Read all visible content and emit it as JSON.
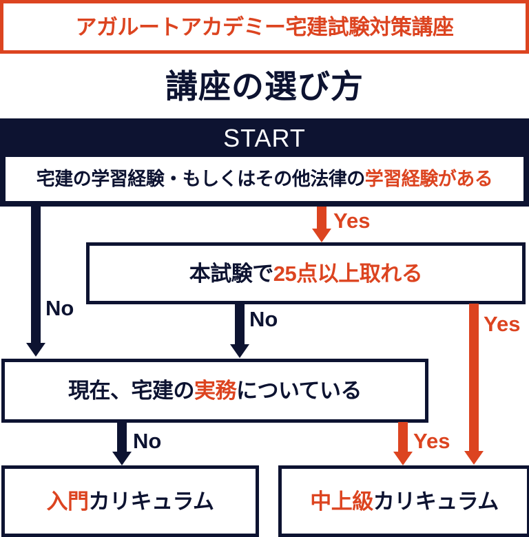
{
  "header": {
    "banner_text": "アガルートアカデミー宅建試験対策講座",
    "banner_border_color": "#DC4420",
    "banner_text_color": "#DC4420"
  },
  "title": {
    "text": "講座の選び方",
    "color": "#0D1331"
  },
  "palette": {
    "navy": "#0D1331",
    "orange": "#DC4420",
    "white": "#FFFFFF"
  },
  "flowchart": {
    "start_label": "START",
    "nodes": {
      "q1": {
        "type": "decision",
        "text_parts": [
          {
            "text": "宅建の学習経験・もしくはその他法律の",
            "color": "navy"
          },
          {
            "text": "学習経験がある",
            "color": "orange"
          }
        ],
        "plain_text": "宅建の学習経験・もしくはその他法律の学習経験がある"
      },
      "q2": {
        "type": "decision",
        "text_parts": [
          {
            "text": "本試験で",
            "color": "navy"
          },
          {
            "text": "25点以上取れる",
            "color": "orange"
          }
        ],
        "plain_text": "本試験で25点以上取れる"
      },
      "q3": {
        "type": "decision",
        "text_parts": [
          {
            "text": "現在、宅建の",
            "color": "navy"
          },
          {
            "text": "実務",
            "color": "orange"
          },
          {
            "text": "についている",
            "color": "navy"
          }
        ],
        "plain_text": "現在、宅建の実務についている"
      },
      "r1": {
        "type": "result",
        "text_parts": [
          {
            "text": "入門",
            "color": "orange"
          },
          {
            "text": "カリキュラム",
            "color": "navy"
          }
        ],
        "plain_text": "入門カリキュラム"
      },
      "r2": {
        "type": "result",
        "text_parts": [
          {
            "text": "中上級",
            "color": "orange"
          },
          {
            "text": "カリキュラム",
            "color": "navy"
          }
        ],
        "plain_text": "中上級カリキュラム"
      }
    },
    "edges": [
      {
        "id": "e1",
        "from": "q1",
        "to": "q2",
        "label": "Yes",
        "color": "orange"
      },
      {
        "id": "e2",
        "from": "q1",
        "to": "q3",
        "label": "No",
        "color": "navy"
      },
      {
        "id": "e3",
        "from": "q2",
        "to": "q3",
        "label": "No",
        "color": "navy"
      },
      {
        "id": "e4",
        "from": "q2",
        "to": "r2",
        "label": "Yes",
        "color": "orange"
      },
      {
        "id": "e5",
        "from": "q3",
        "to": "r1",
        "label": "No",
        "color": "navy"
      },
      {
        "id": "e6",
        "from": "q3",
        "to": "r2",
        "label": "Yes",
        "color": "orange"
      }
    ]
  }
}
